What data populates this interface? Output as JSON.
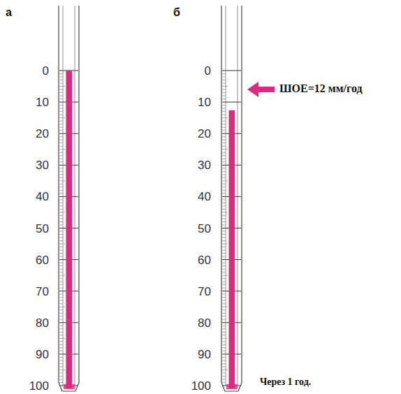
{
  "diagram": {
    "labels": [
      "а",
      "б",
      "0",
      "10",
      "20",
      "30",
      "40",
      "50",
      "60",
      "70",
      "80",
      "90",
      "100",
      "0",
      "10",
      "20",
      "30",
      "40",
      "50",
      "60",
      "70",
      "80",
      "90",
      "100",
      "ШОЕ=12 мм/год",
      "Через 1 год."
    ]
  }
}
